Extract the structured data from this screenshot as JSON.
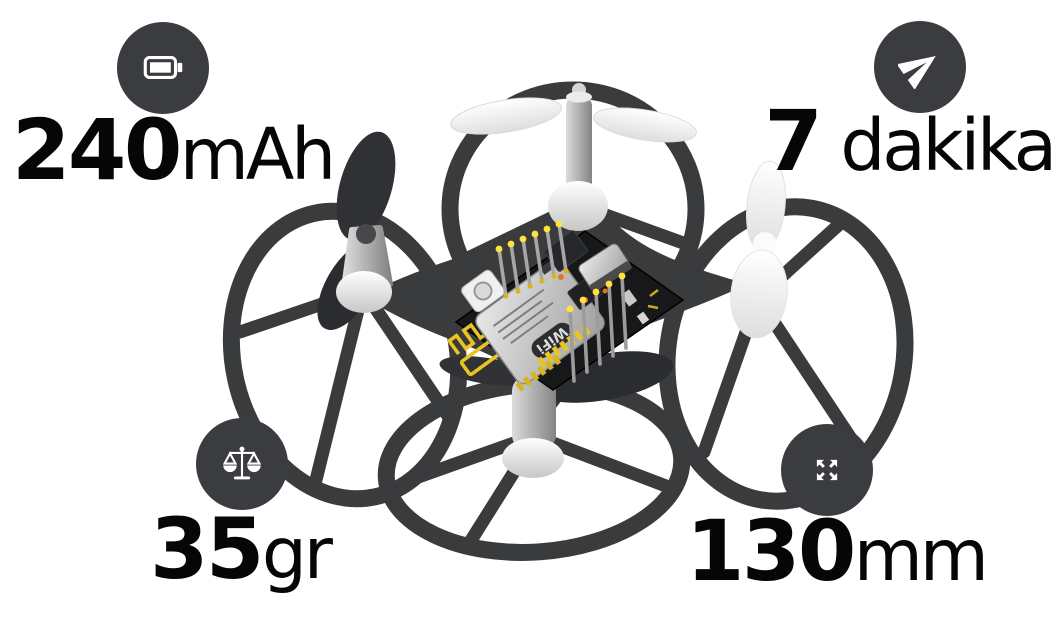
{
  "page": {
    "background": "#ffffff"
  },
  "theme": {
    "badge_background": "#3a3c3f",
    "icon_color": "#ffffff",
    "text_color": "#060606",
    "frame_color": "#3a3b3d",
    "dark_blade_color": "#2b2c2f",
    "white_part_color": "#f5f5f5",
    "pcb_board_color": "#17181a",
    "pcb_gold_color": "#eac422"
  },
  "specs": [
    {
      "key": "battery-capacity",
      "icon": "battery-icon",
      "value": "240",
      "unit": "mAh"
    },
    {
      "key": "flight-time",
      "icon": "paper-plane-icon",
      "value": "7",
      "unit": "dakika"
    },
    {
      "key": "weight",
      "icon": "scale-icon",
      "value": "35",
      "unit": "gr"
    },
    {
      "key": "frame-size",
      "icon": "expand-arrows-icon",
      "value": "130",
      "unit": "mm"
    }
  ],
  "drone": {
    "module_label": "WiFi"
  }
}
